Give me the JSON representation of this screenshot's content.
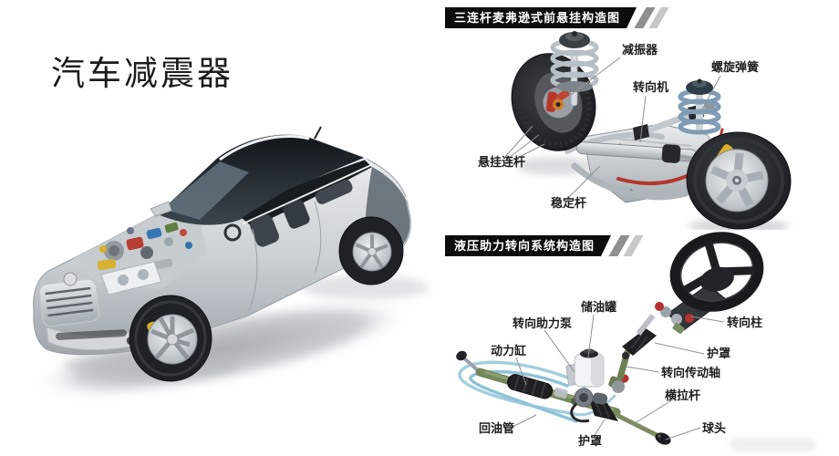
{
  "title": "汽车减震器",
  "suspension": {
    "header": "三连杆麦弗逊式前悬挂构造图",
    "labels": [
      {
        "name": "shock-absorber",
        "text": "减振器"
      },
      {
        "name": "coil-spring",
        "text": "螺旋弹簧"
      },
      {
        "name": "steering-gear",
        "text": "转向机"
      },
      {
        "name": "suspension-links",
        "text": "悬挂连杆"
      },
      {
        "name": "stabilizer-bar",
        "text": "稳定杆"
      }
    ]
  },
  "steering": {
    "header": "液压助力转向系统构造图",
    "labels": [
      {
        "name": "oil-reservoir",
        "text": "储油罐"
      },
      {
        "name": "power-steering-pump",
        "text": "转向助力泵"
      },
      {
        "name": "steering-column",
        "text": "转向柱"
      },
      {
        "name": "power-cylinder",
        "text": "动力缸"
      },
      {
        "name": "boot-upper",
        "text": "护罩"
      },
      {
        "name": "steering-drive-shaft",
        "text": "转向传动轴"
      },
      {
        "name": "tie-rod",
        "text": "横拉杆"
      },
      {
        "name": "return-pipe",
        "text": "回油管"
      },
      {
        "name": "boot-lower",
        "text": "护罩"
      },
      {
        "name": "ball-joint",
        "text": "球头"
      }
    ]
  },
  "colors": {
    "header_bg": "#0c0c0c",
    "header_text": "#ffffff",
    "stripe_dark": "#8f8f8f",
    "stripe_light": "#c7c7c7",
    "label_text": "#1e1e1e",
    "leader_line": "#909090",
    "body_silver": "#ccd1d5",
    "tire_dark": "#26282a",
    "brake_red": "#b5372c",
    "caliper_yellow": "#d8b028",
    "spring_blue": "#7f9cb4",
    "return_pipe_blue": "#9ecbdd",
    "rack_green": "#73845a"
  }
}
